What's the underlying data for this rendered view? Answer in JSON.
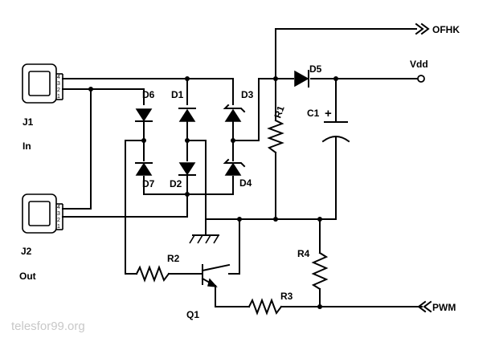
{
  "labels": {
    "ofhk": "OFHK",
    "vdd": "Vdd",
    "pwm": "PWM",
    "j1": "J1",
    "j1_sub": "In",
    "j2": "J2",
    "j2_sub": "Out",
    "d1": "D1",
    "d2": "D2",
    "d3": "D3",
    "d4": "D4",
    "d5": "D5",
    "d6": "D6",
    "d7": "D7",
    "r1": "R1",
    "r2": "R2",
    "r3": "R3",
    "r4": "R4",
    "c1": "C1",
    "c1_plus": "+",
    "q1": "Q1"
  },
  "jack_pins": [
    "4",
    "3",
    "2",
    "1"
  ],
  "watermark": "telesfor99.org"
}
